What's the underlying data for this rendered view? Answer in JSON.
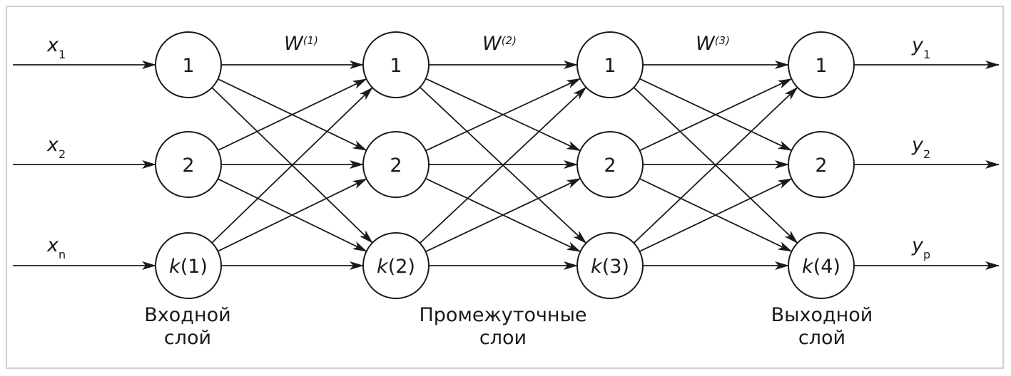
{
  "inputs": [
    {
      "var": "x",
      "sub": "1"
    },
    {
      "var": "x",
      "sub": "2"
    },
    {
      "var": "x",
      "sub": "n"
    }
  ],
  "outputs": [
    {
      "var": "y",
      "sub": "1"
    },
    {
      "var": "y",
      "sub": "2"
    },
    {
      "var": "y",
      "sub": "p"
    }
  ],
  "weights": [
    {
      "var": "W",
      "sup": "(1)"
    },
    {
      "var": "W",
      "sup": "(2)"
    },
    {
      "var": "W",
      "sup": "(3)"
    }
  ],
  "layers": [
    {
      "nodes": [
        {
          "label": "1"
        },
        {
          "label": "2"
        },
        {
          "italic": "k",
          "label": "(1)"
        }
      ]
    },
    {
      "nodes": [
        {
          "label": "1"
        },
        {
          "label": "2"
        },
        {
          "italic": "k",
          "label": "(2)"
        }
      ]
    },
    {
      "nodes": [
        {
          "label": "1"
        },
        {
          "label": "2"
        },
        {
          "italic": "k",
          "label": "(3)"
        }
      ]
    },
    {
      "nodes": [
        {
          "label": "1"
        },
        {
          "label": "2"
        },
        {
          "italic": "k",
          "label": "(4)"
        }
      ]
    }
  ],
  "captions": {
    "input_layer": [
      "Входной",
      "слой"
    ],
    "hidden_layers": [
      "Промежуточные",
      "слои"
    ],
    "output_layer": [
      "Выходной",
      "слой"
    ]
  }
}
